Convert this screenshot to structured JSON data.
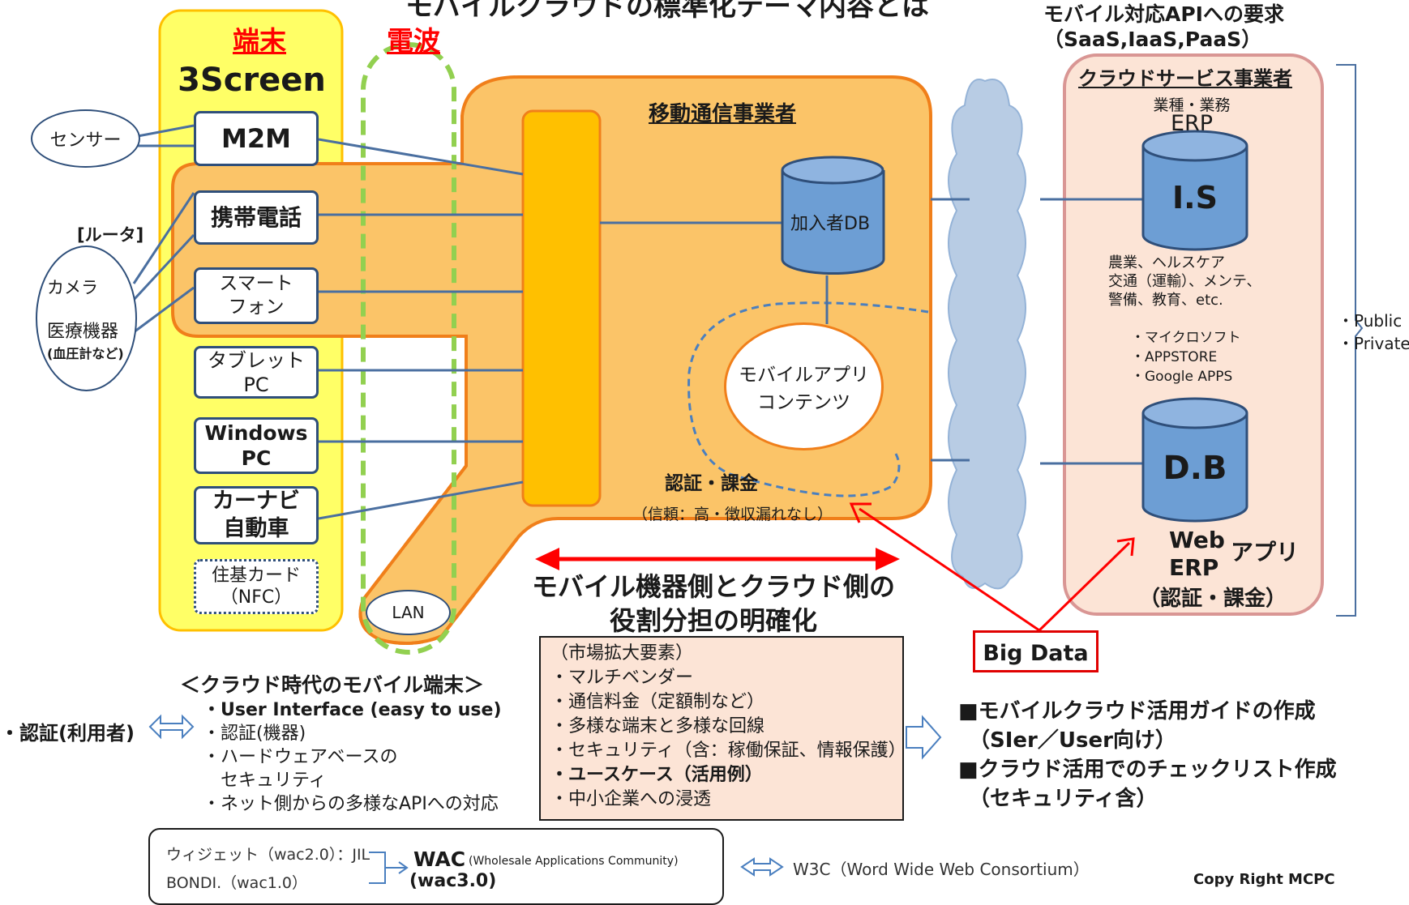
{
  "title": "モバイルクラウドの標準化テーマ内容とは",
  "api_demand": {
    "line1": "モバイル対応APIへの要求",
    "line2": "（SaaS,IaaS,PaaS）"
  },
  "terminal": {
    "label": "端末",
    "screen": "3Screen"
  },
  "radio": {
    "label": "電波",
    "lan": "LAN"
  },
  "devices": {
    "m2m": "M2M",
    "mobile_phone": "携帯電話",
    "smartphone_1": "スマート",
    "smartphone_2": "フォン",
    "tablet": "タブレットPC",
    "windows_1": "Windows",
    "windows_2": "PC",
    "carnavi_1": "カーナビ",
    "carnavi_2": "自動車",
    "card_1": "住基カード",
    "card_2": "（NFC）"
  },
  "peripherals": {
    "sensor": "センサー",
    "router": "[ルータ]",
    "camera": "カメラ",
    "medical_1": "医療機器",
    "medical_2": "(血圧計など)"
  },
  "carrier": {
    "title": "移動通信事業者",
    "subscriber_db": "加入者DB",
    "app_1": "モバイルアプリ",
    "app_2": "コンテンツ",
    "auth": "認証・課金",
    "trust": "（信頼：高・徴収漏れなし）"
  },
  "cloud_provider": {
    "title": "クラウドサービス事業者",
    "industry": "業種・業務",
    "erp": "ERP",
    "is_db": "I.S",
    "fields": [
      "農業、ヘルスケア",
      "交通（運輸）、メンテ、",
      "警備、教育、etc."
    ],
    "vendors": [
      "・マイクロソフト",
      "・APPSTORE",
      "・Google APPS"
    ],
    "db": "D.B",
    "web": "Web",
    "app": "アプリ",
    "erp2": "ERP",
    "auth": "（認証・課金）"
  },
  "deployment": [
    "・Public",
    "・Private"
  ],
  "role": {
    "line1": "モバイル機器側とクラウド側の",
    "line2": "役割分担の明確化"
  },
  "big_data": "Big Data",
  "market": {
    "items": [
      "（市場拡大要素）",
      "・マルチベンダー",
      "・通信料金（定額制など）",
      "・多様な端末と多様な回線",
      "・セキュリティ（含：稼働保証、情報保護）",
      "・ユースケース（活用例）",
      "・中小企業への浸透"
    ]
  },
  "mobile_terminal": {
    "title": "＜クラウド時代のモバイル端末＞",
    "user_auth": "・認証(利用者)",
    "items": [
      "・User Interface (easy to use)",
      "・認証(機器)",
      "・ハードウェアベースの",
      "　セキュリティ",
      "・ネット側からの多様なAPIへの対応"
    ]
  },
  "guides": [
    "■モバイルクラウド活用ガイドの作成",
    "　（SIer／User向け）",
    "■クラウド活用でのチェックリスト作成",
    "　（セキュリティ含）"
  ],
  "wac": {
    "left_1": "ウィジェット（wac2.0）：JIL",
    "left_2": "BONDI.（wac1.0）",
    "name": "WAC",
    "full": "(Wholesale Applications Community)",
    "version": "(wac3.0)"
  },
  "w3c": "W3C（Word Wide Web Consortium）",
  "copyright": "Copy Right MCPC",
  "colors": {
    "yellow": "#ffff66",
    "orange_fill": "#fbc468",
    "orange_border": "#f07f1a",
    "bar": "#ffc000",
    "red": "#ff0000",
    "green": "#92d050",
    "db_blue": "#6d9ed4",
    "cloud_pink": "#fce4d6",
    "cloud_border": "#d99694",
    "line": "#4a6fa0"
  }
}
